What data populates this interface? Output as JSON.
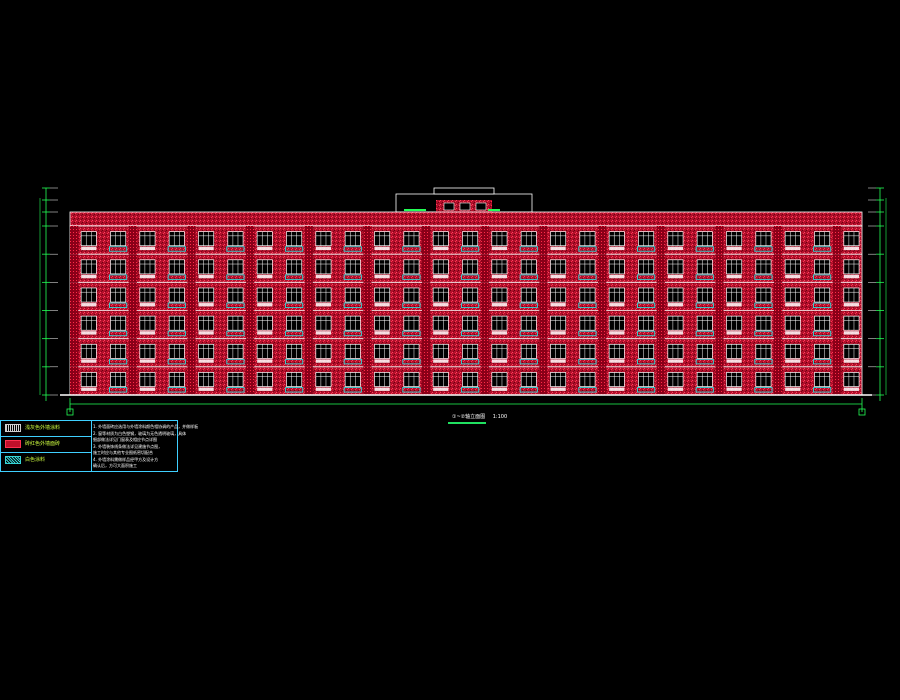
{
  "drawing": {
    "title": "①~②轴立面图",
    "scale": "1:100",
    "floors": 6,
    "bays": 27,
    "colors": {
      "background": "#000000",
      "facade_red": "#c4102a",
      "facade_dark": "#7a0012",
      "window_white": "#ffffff",
      "balcony_cyan": "#35d6d6",
      "dimension_green": "#22ff55",
      "text_yellow": "#d0ff40",
      "line_cyan": "#3fd0ff"
    }
  },
  "legend": {
    "items": [
      {
        "label": "浅灰色外墙涂料",
        "icon": "hatch-gray-swatch",
        "color": "#cfcfcf"
      },
      {
        "label": "砖红色外墙面砖",
        "icon": "hatch-red-swatch",
        "color": "#e0203a"
      },
      {
        "label": "白色涂料",
        "icon": "hatch-cyan-swatch",
        "color": "#35d6d6"
      }
    ],
    "notes": [
      "1. 外墙面砖应选用与外墙涂料颜色相协调的产品，并做样板",
      "2. 窗等材质为白色塑钢，玻璃为无色透明玻璃，具体",
      "细部做法详见门窗表及相应节点详图",
      "3. 外墙装饰线条做法详见建施节点图，",
      "施工时应与其他专业图纸密切配合",
      "4. 外墙涂料需做样品经甲方及设计方",
      "确认后，方可大面积施工"
    ]
  }
}
